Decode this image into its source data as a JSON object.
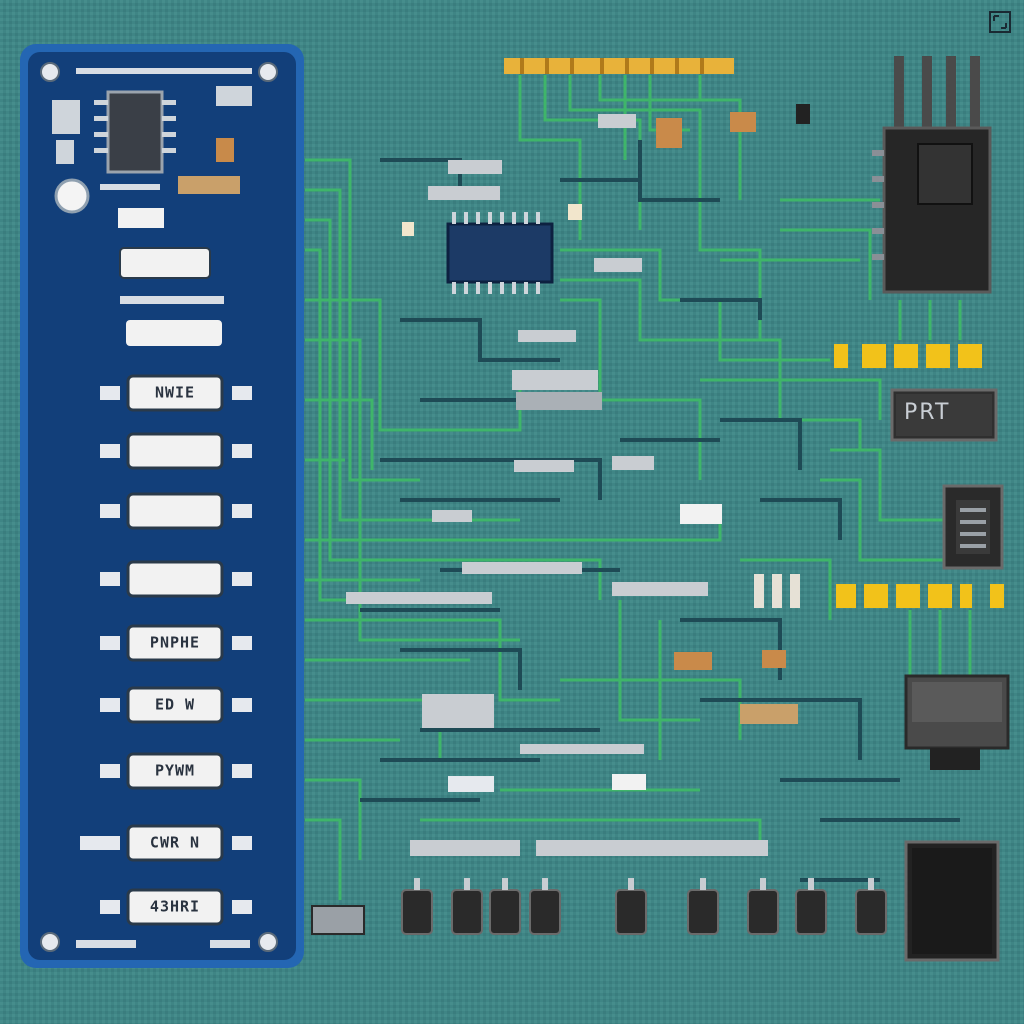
{
  "board": {
    "colors": {
      "substrate": "#3f8585",
      "substrate_dark": "#2f6e70",
      "trace_green": "#3fb56a",
      "trace_dark": "#1e4a55",
      "panel_blue": "#123f7a",
      "panel_border": "#2466b3",
      "module_fill": "#f2f2f2",
      "chip_black": "#262626",
      "header_gold": "#e8b23a",
      "led_yellow": "#f2c21a"
    },
    "left_panel": {
      "module_labels": [
        "NWIE",
        "",
        "",
        "",
        "PNPHE",
        "ED W",
        "PYWM",
        "CWR N",
        "43HRI"
      ]
    },
    "chips": {
      "right_label": "PRT"
    },
    "icons": [
      "expand-icon"
    ]
  }
}
